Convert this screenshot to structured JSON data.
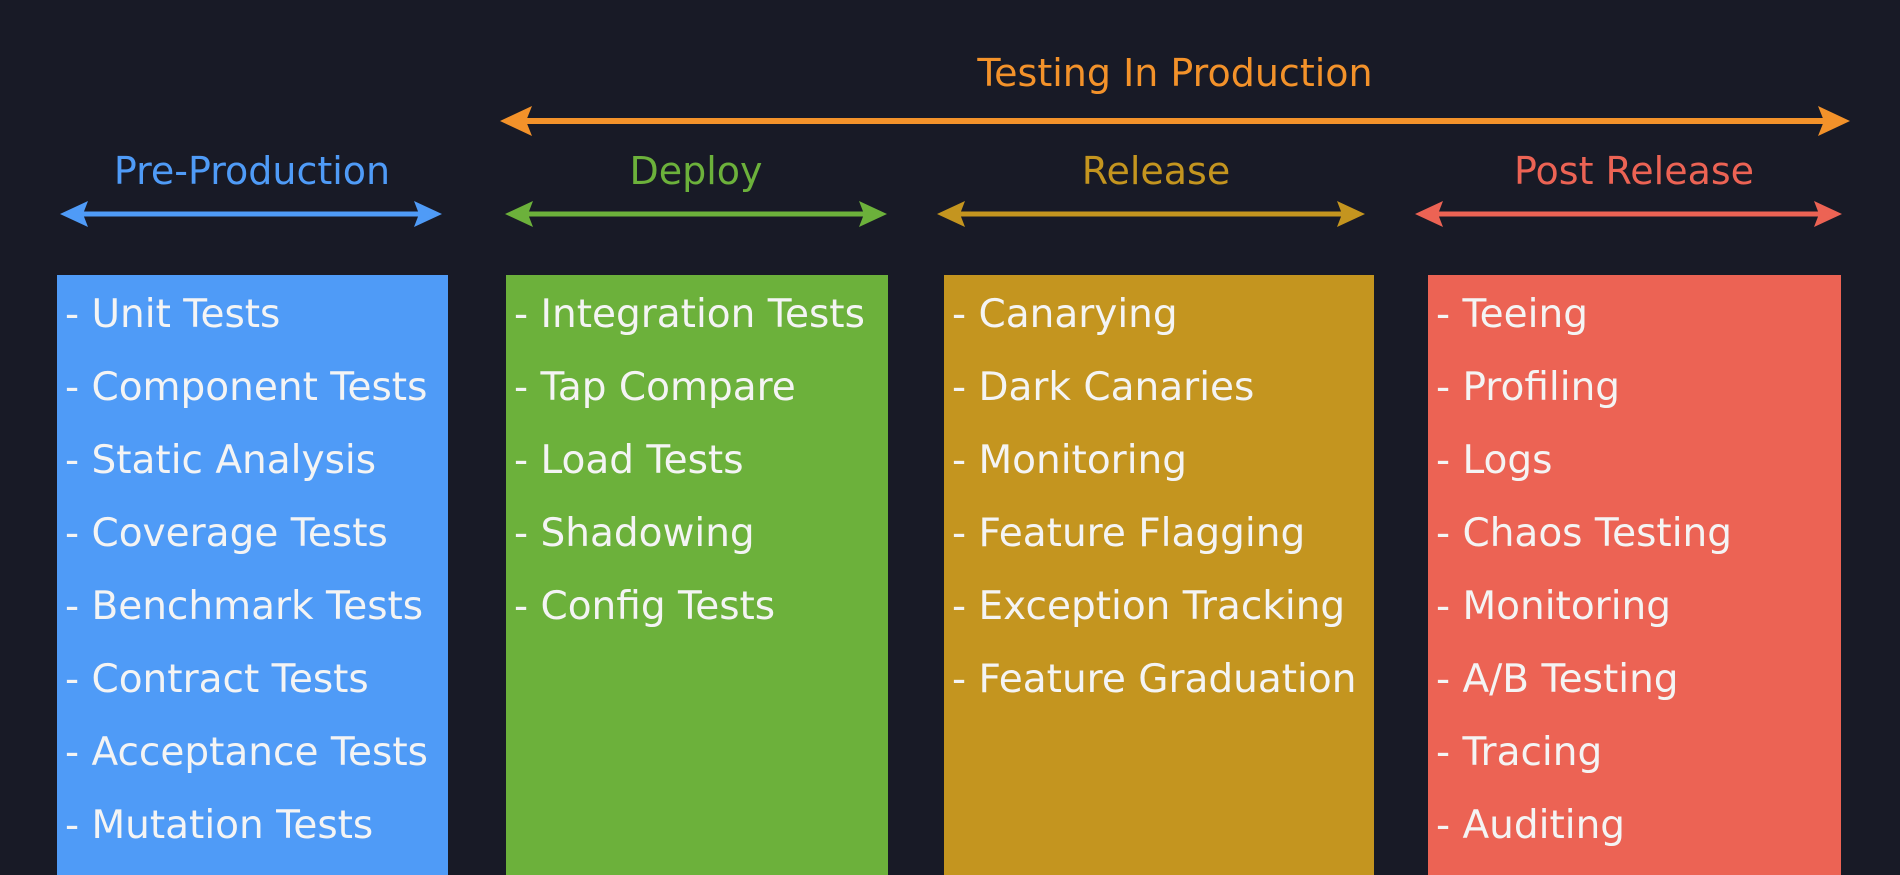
{
  "colors": {
    "background": "#181a26",
    "testing_in_production": "#f3922a",
    "pre_production": "#4f9bf7",
    "deploy": "#6cb13b",
    "release": "#c4951f",
    "post_release": "#ec6354"
  },
  "header": {
    "testing_in_production": "Testing In Production"
  },
  "phases": [
    {
      "title": "Pre-Production",
      "color": "#4f9bf7"
    },
    {
      "title": "Deploy",
      "color": "#6cb13b"
    },
    {
      "title": "Release",
      "color": "#c4951f"
    },
    {
      "title": "Post Release",
      "color": "#ec6354"
    }
  ],
  "columns": [
    {
      "color": "#4f9bf7",
      "items": [
        "- Unit Tests",
        "- Component Tests",
        "- Static Analysis",
        "- Coverage Tests",
        "- Benchmark Tests",
        "- Contract Tests",
        "- Acceptance Tests",
        "- Mutation Tests"
      ]
    },
    {
      "color": "#6cb13b",
      "items": [
        "- Integration Tests",
        "- Tap Compare",
        "- Load Tests",
        "- Shadowing",
        "- Config Tests"
      ]
    },
    {
      "color": "#c4951f",
      "items": [
        "- Canarying",
        "- Dark Canaries",
        "- Monitoring",
        "- Feature Flagging",
        "- Exception Tracking",
        "- Feature Graduation"
      ]
    },
    {
      "color": "#ec6354",
      "items": [
        "- Teeing",
        "- Profiling",
        "- Logs",
        "- Chaos Testing",
        "- Monitoring",
        "- A/B Testing",
        "- Tracing",
        "- Auditing"
      ]
    }
  ]
}
